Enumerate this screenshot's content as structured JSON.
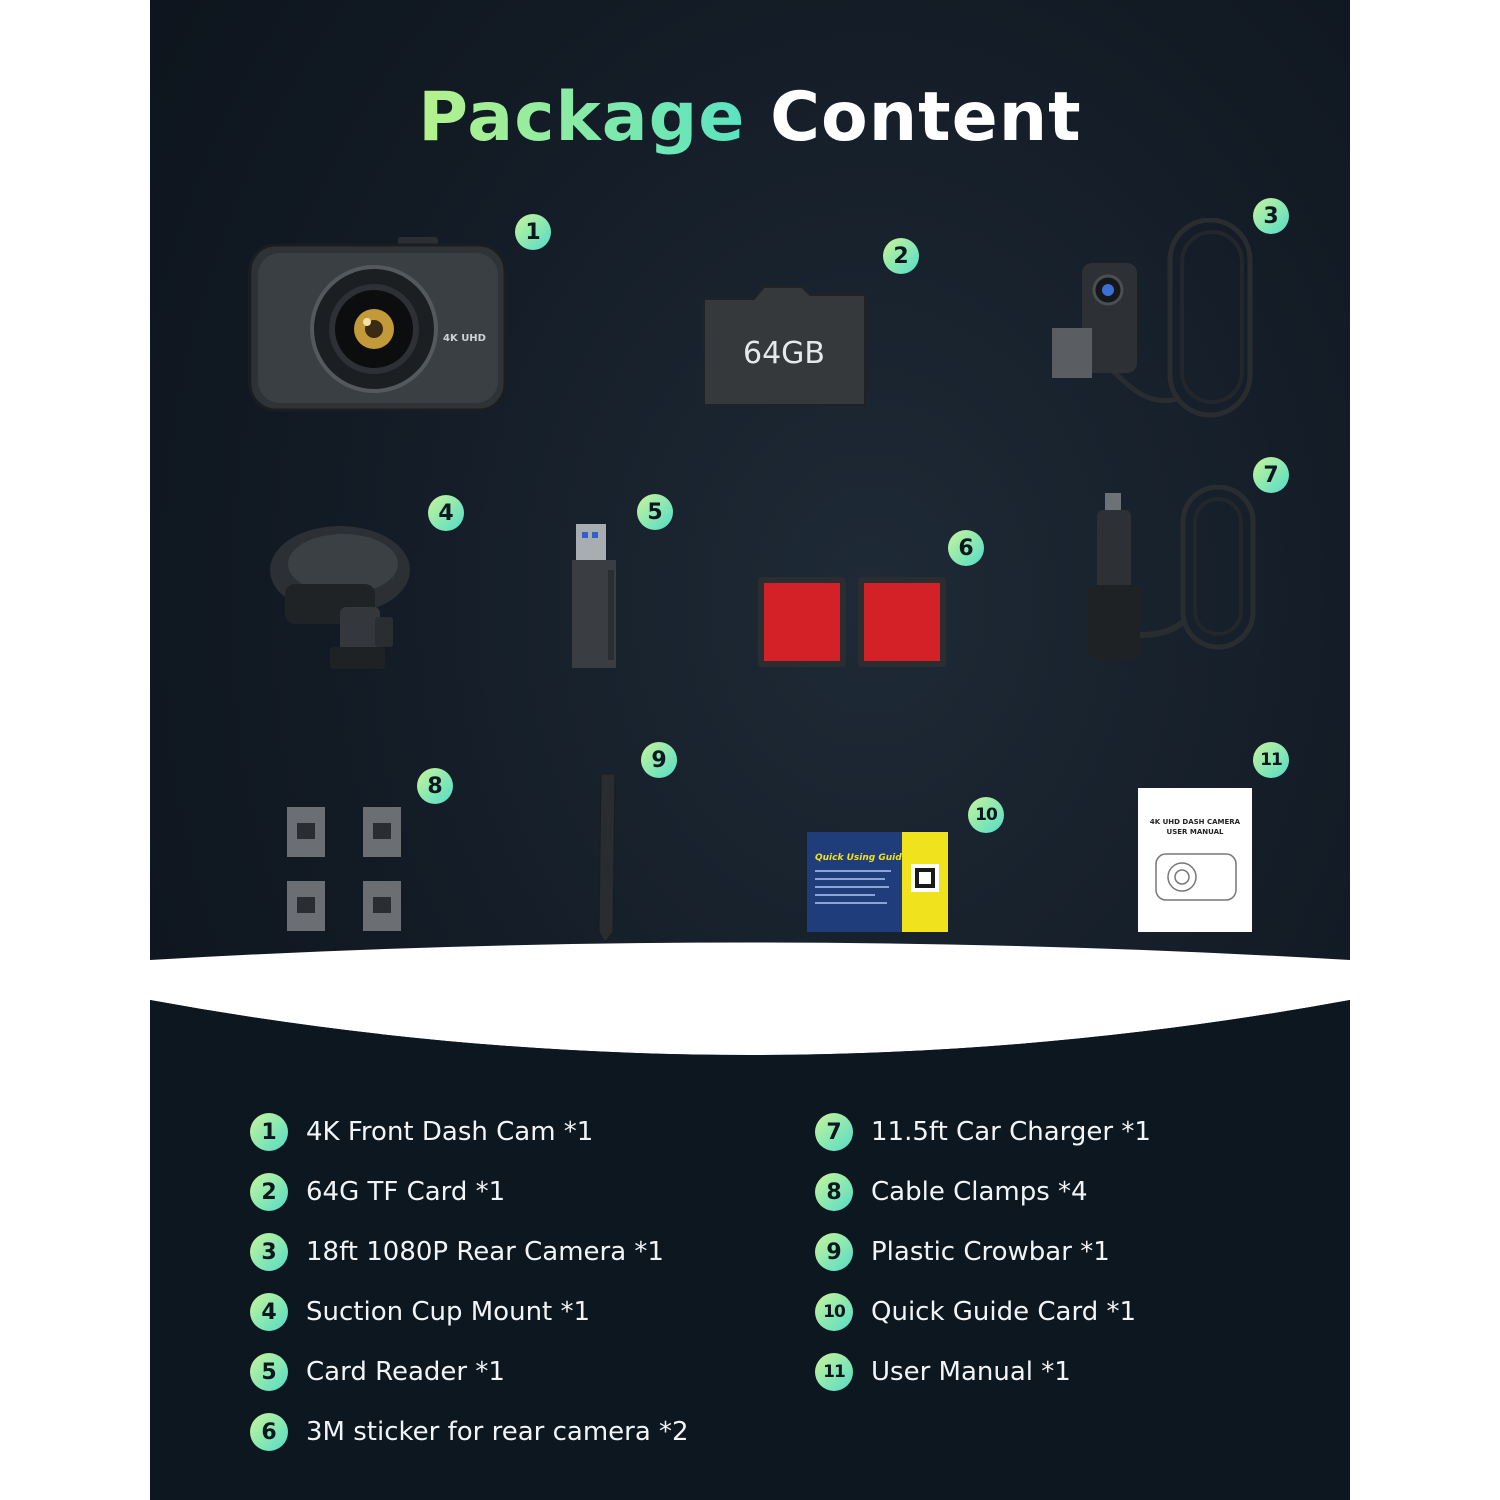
{
  "title": {
    "accent": "Package",
    "rest": "Content"
  },
  "products": {
    "sd_card_text": "64GB",
    "dash_badge": "4K UHD",
    "guide_title": "Quick Using Guide",
    "manual_title_1": "4K UHD DASH CAMERA",
    "manual_title_2": "USER MANUAL"
  },
  "badges": [
    "1",
    "2",
    "3",
    "4",
    "5",
    "6",
    "7",
    "8",
    "9",
    "10",
    "11"
  ],
  "list_left": [
    {
      "num": "1",
      "text": "4K Front Dash Cam *1"
    },
    {
      "num": "2",
      "text": "64G TF Card *1"
    },
    {
      "num": "3",
      "text": "18ft 1080P Rear Camera *1"
    },
    {
      "num": "4",
      "text": "Suction Cup Mount *1"
    },
    {
      "num": "5",
      "text": "Card Reader *1"
    },
    {
      "num": "6",
      "text": "3M sticker for rear camera *2"
    }
  ],
  "list_right": [
    {
      "num": "7",
      "text": "11.5ft Car Charger *1"
    },
    {
      "num": "8",
      "text": "Cable Clamps *4"
    },
    {
      "num": "9",
      "text": "Plastic Crowbar *1"
    },
    {
      "num": "10",
      "text": "Quick Guide Card *1"
    },
    {
      "num": "11",
      "text": "User Manual *1"
    }
  ],
  "colors": {
    "background": "#121a24",
    "accent_start": "#c8f59a",
    "accent_end": "#52dcc8",
    "text": "#f2f5f7"
  }
}
